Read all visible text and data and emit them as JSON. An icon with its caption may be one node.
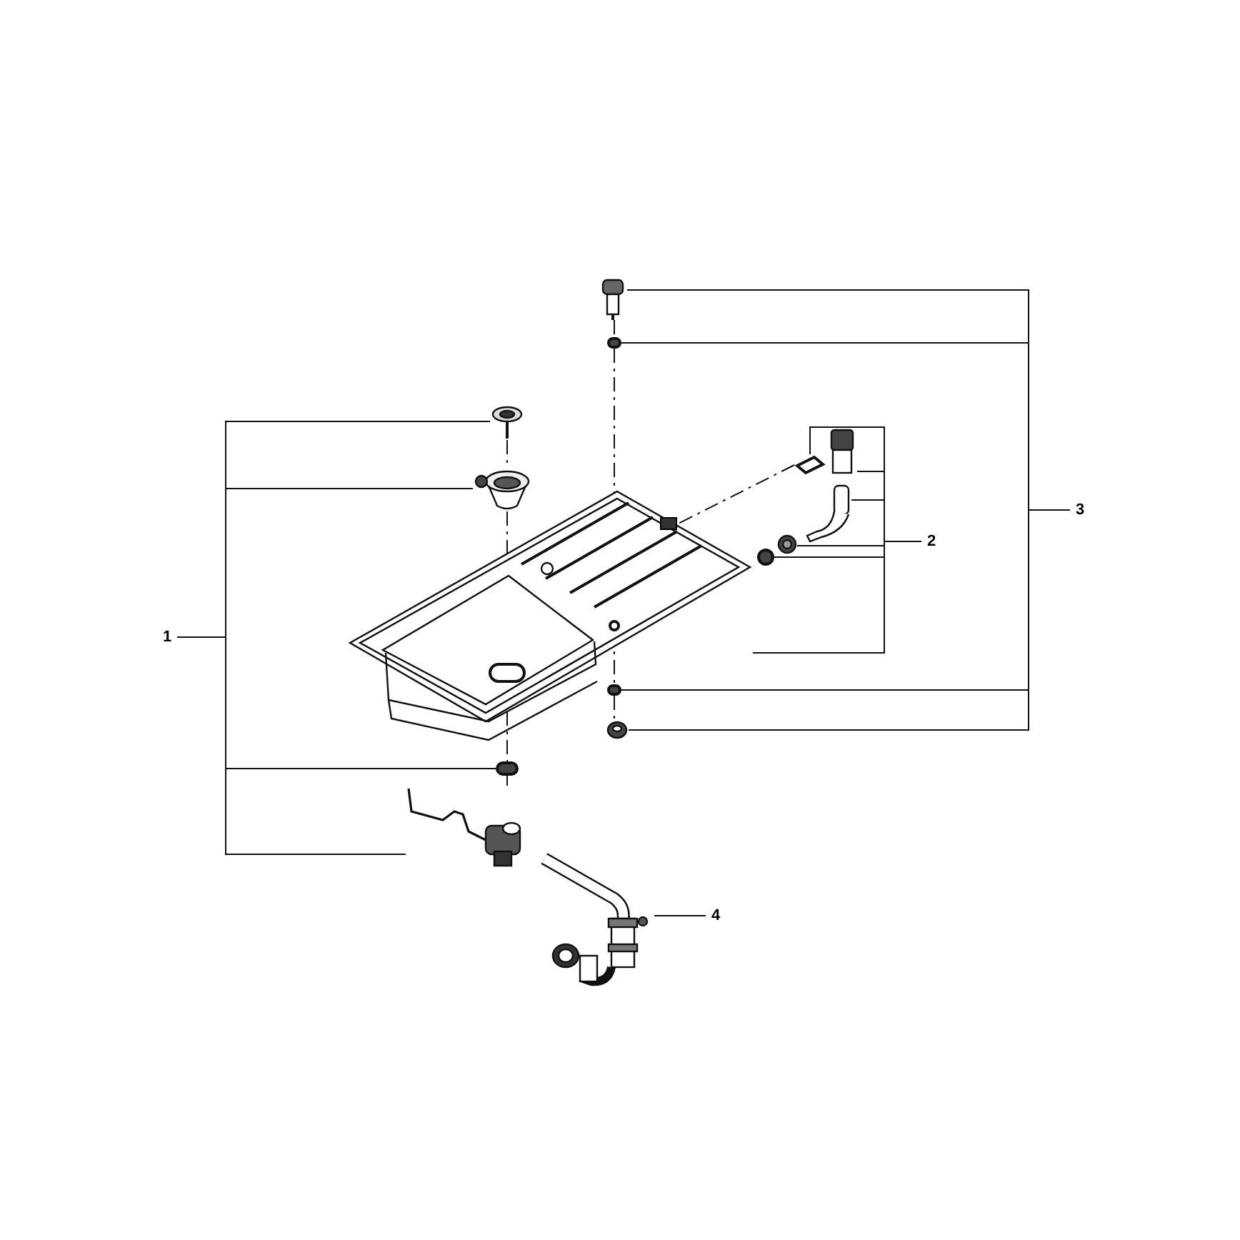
{
  "diagram": {
    "nodes": [
      {
        "text": [
          "1"
        ]
      },
      {
        "text": [
          "2"
        ]
      },
      {
        "text": [
          "3"
        ]
      },
      {
        "text": [
          "4"
        ]
      },
      {
        "text": [],
        "shape": "picture"
      },
      {
        "text": [],
        "shape": "picture"
      },
      {
        "text": [],
        "shape": "picture"
      },
      {
        "text": [],
        "shape": "circle"
      },
      {
        "text": [],
        "shape": "picture"
      },
      {
        "text": [],
        "shape": "picture"
      },
      {
        "text": [],
        "shape": "circle"
      },
      {
        "text": [],
        "shape": "circle"
      },
      {
        "text": [],
        "shape": "picture"
      },
      {
        "text": [],
        "shape": "picture"
      },
      {
        "text": [],
        "shape": "picture"
      },
      {
        "text": [],
        "shape": "picture"
      },
      {
        "text": [],
        "shape": "picture"
      },
      {
        "text": [],
        "shape": "circle"
      },
      {
        "text": [],
        "shape": "picture"
      },
      {
        "text": [],
        "shape": "circle",
        "in": 6
      },
      {
        "text": [],
        "shape": "circle",
        "in": 6
      },
      {
        "text": [],
        "shape": "box",
        "in": 6
      }
    ],
    "edges": [
      {
        "from": 0,
        "to": 4,
        "arrow": "none"
      },
      {
        "from": 0,
        "to": 5,
        "arrow": "none"
      },
      {
        "from": 0,
        "to": 7,
        "arrow": "none"
      },
      {
        "from": 0,
        "to": 8,
        "arrow": "none"
      },
      {
        "from": 1,
        "to": 13,
        "arrow": "none"
      },
      {
        "from": 1,
        "to": 14,
        "arrow": "none"
      },
      {
        "from": 1,
        "to": 15,
        "arrow": "none"
      },
      {
        "from": 1,
        "to": 16,
        "arrow": "none"
      },
      {
        "from": 1,
        "to": 17,
        "arrow": "none"
      },
      {
        "from": 1,
        "to": 6,
        "arrow": "none"
      },
      {
        "from": 2,
        "to": 9,
        "arrow": "none"
      },
      {
        "from": 2,
        "to": 10,
        "arrow": "none"
      },
      {
        "from": 2,
        "to": 11,
        "arrow": "none"
      },
      {
        "from": 2,
        "to": 12,
        "arrow": "none"
      },
      {
        "from": 3,
        "to": 18,
        "arrow": "none"
      },
      {
        "from": 4,
        "to": 5,
        "arrow": "none",
        "style": "dashed"
      },
      {
        "from": 5,
        "to": 19,
        "arrow": "none",
        "style": "dashed"
      },
      {
        "from": 19,
        "to": 7,
        "arrow": "none",
        "style": "dashed"
      },
      {
        "from": 7,
        "to": 8,
        "arrow": "none",
        "style": "dashed"
      },
      {
        "from": 9,
        "to": 10,
        "arrow": "none",
        "style": "dashed"
      },
      {
        "from": 10,
        "to": 20,
        "arrow": "none",
        "style": "dashed"
      },
      {
        "from": 20,
        "to": 11,
        "arrow": "none",
        "style": "dashed"
      },
      {
        "from": 11,
        "to": 12,
        "arrow": "none",
        "style": "dashed"
      },
      {
        "from": 13,
        "to": 21,
        "arrow": "none",
        "style": "dashed"
      }
    ]
  }
}
